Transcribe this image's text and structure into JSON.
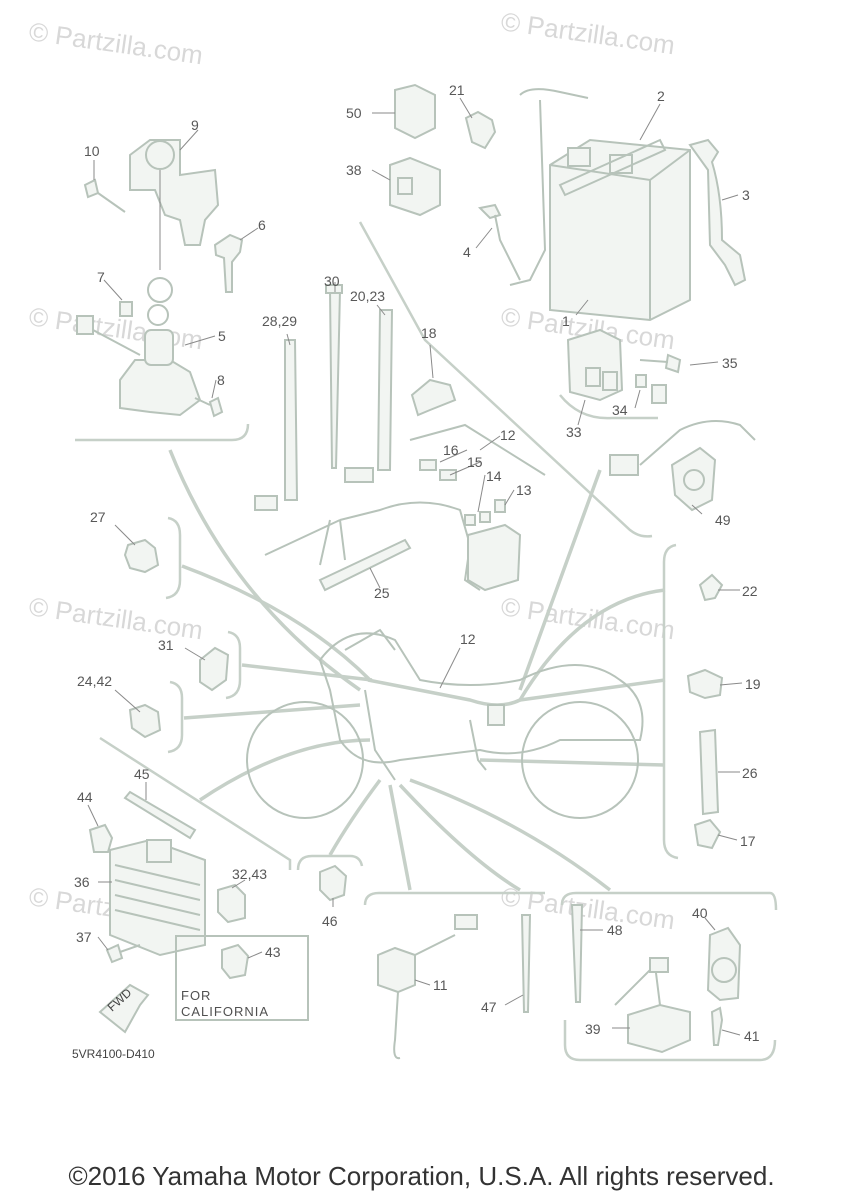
{
  "watermark": "© Partzilla.com",
  "diagram_code": "5VR4100-D410",
  "california_note": {
    "line1": "FOR",
    "line2": "CALIFORNIA"
  },
  "fwd_label": "FWD",
  "copyright": "©2016 Yamaha Motor Corporation, U.S.A. All rights reserved.",
  "callouts": {
    "c1": "1",
    "c2": "2",
    "c3": "3",
    "c4": "4",
    "c5": "5",
    "c6": "6",
    "c7": "7",
    "c8": "8",
    "c9": "9",
    "c10": "10",
    "c11": "11",
    "c12a": "12",
    "c12b": "12",
    "c13": "13",
    "c14": "14",
    "c15": "15",
    "c16": "16",
    "c17": "17",
    "c18": "18",
    "c19": "19",
    "c20_23": "20,23",
    "c21": "21",
    "c22": "22",
    "c24_42": "24,42",
    "c25": "25",
    "c26": "26",
    "c27": "27",
    "c28_29": "28,29",
    "c30": "30",
    "c31": "31",
    "c32_43": "32,43",
    "c33": "33",
    "c34": "34",
    "c35": "35",
    "c36": "36",
    "c37": "37",
    "c38": "38",
    "c39": "39",
    "c40": "40",
    "c41": "41",
    "c43": "43",
    "c44": "44",
    "c45": "45",
    "c46": "46",
    "c47": "47",
    "c48": "48",
    "c49": "49",
    "c50": "50"
  }
}
